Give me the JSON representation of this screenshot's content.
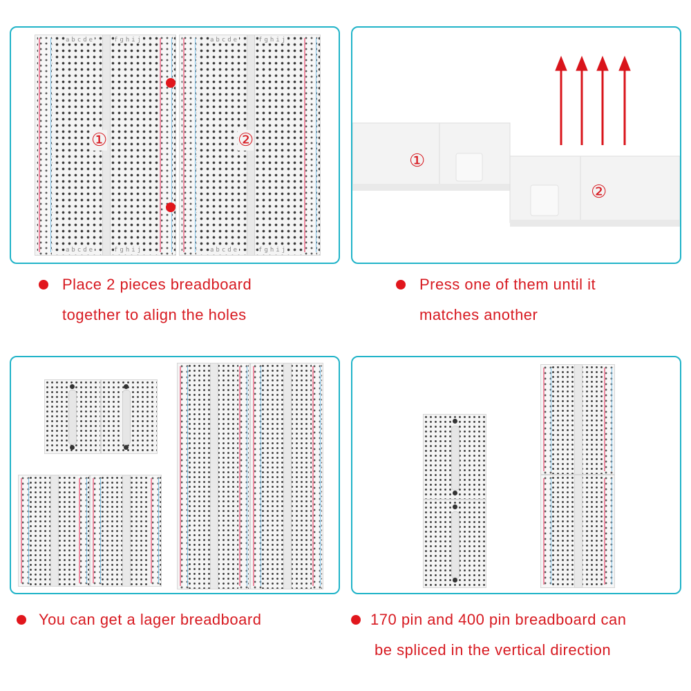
{
  "panels": {
    "top_left": {
      "marker_1": "①",
      "marker_2": "②",
      "top_letters_left": "abcde",
      "top_letters_right": "fghij",
      "bottom_letters_left": "abcde",
      "bottom_letters_right": "fghij"
    },
    "top_right": {
      "marker_1": "①",
      "marker_2": "②"
    }
  },
  "captions": {
    "cap1": [
      "Place 2 pieces breadboard",
      "together to align the holes"
    ],
    "cap2": [
      "Press one of them until it",
      "matches another"
    ],
    "cap3": [
      "You can get a lager breadboard"
    ],
    "cap4": [
      "170 pin and 400 pin breadboard can",
      "be spliced in the vertical direction"
    ]
  },
  "colors": {
    "panel_border": "#1fb3c8",
    "caption_text": "#d71920",
    "bullet": "#e1161c",
    "arrow": "#d9141b"
  }
}
